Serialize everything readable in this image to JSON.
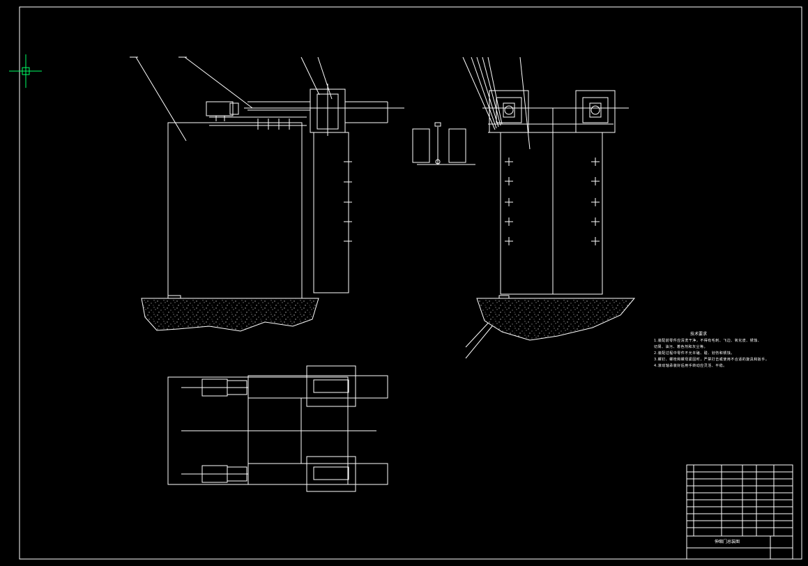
{
  "drawing": {
    "background": "#000000",
    "line_color": "#ffffff",
    "cursor_color": "#00ff66",
    "notes": {
      "title": "技术要求",
      "lines": [
        "1.装配前零件应清洗干净，不得有毛刺、飞边、氧化皮、锈蚀、",
        "切屑、油污、着色剂和灰尘等。",
        "2.装配过程中零件不允许磕、碰、划伤和锈蚀。",
        "3.螺钉、螺栓和螺母紧固时，严禁打击或使用不合适的旋具和扳手。",
        "4.滚动轴承装好后用手转动应灵活、平稳。"
      ]
    },
    "title_block": {
      "drawing_name": "伸缩门总装图"
    }
  }
}
